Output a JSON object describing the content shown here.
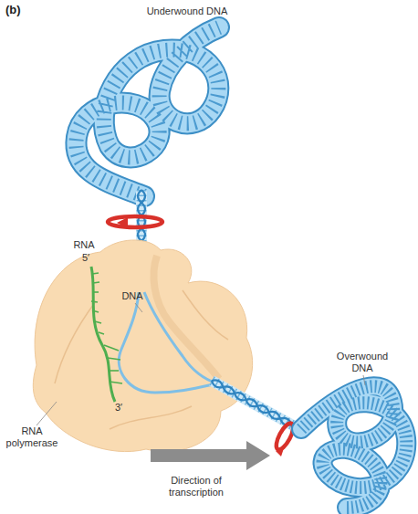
{
  "diagram": {
    "labels": [
      "(b)",
      "Underwound DNA",
      "RNA",
      "5′",
      "DNA",
      "Overwound DNA",
      "3′",
      "RNA polymerase",
      "Direction of transcription"
    ]
  }
}
